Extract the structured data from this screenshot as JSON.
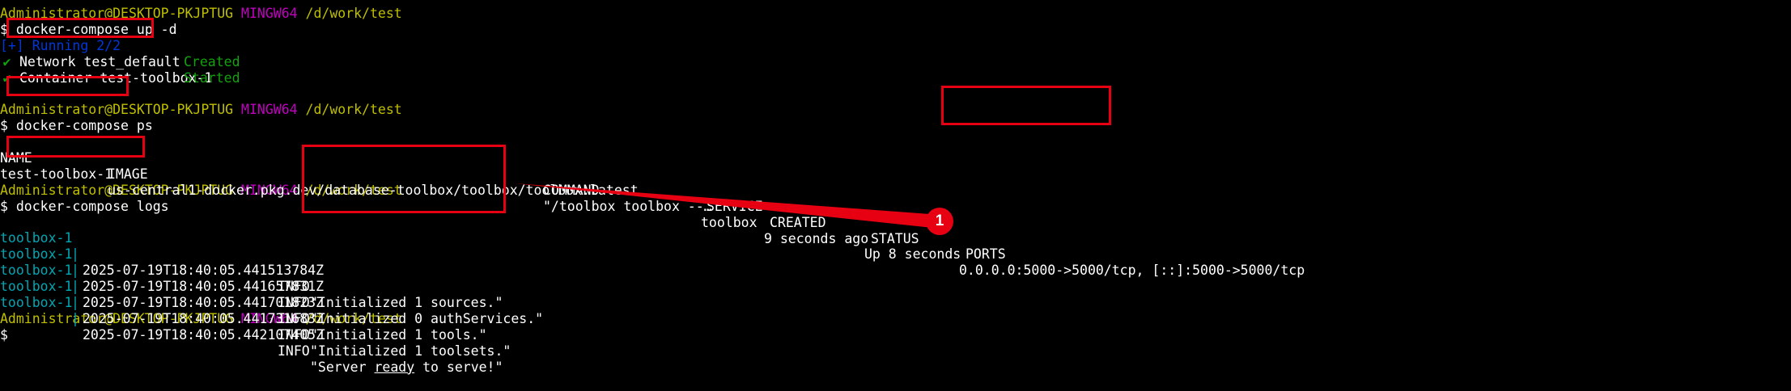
{
  "prompt": {
    "user": "Administrator@DESKTOP-PKJPTUG",
    "shell": "MINGW64",
    "path": "/d/work/test",
    "symbol": "$"
  },
  "block1": {
    "command": "docker-compose up -d",
    "running": "[+] Running 2/2",
    "items": [
      {
        "label": "Network test_default",
        "status": "Created"
      },
      {
        "label": "Container test-toolbox-1",
        "status": "Started"
      }
    ]
  },
  "block2": {
    "command": "docker-compose ps",
    "headers": {
      "name": "NAME",
      "image": "IMAGE",
      "command": "COMMAND",
      "service": "SERVICE",
      "created": "CREATED",
      "status": "STATUS",
      "ports": "PORTS"
    },
    "row": {
      "name": "test-toolbox-1",
      "image": "us-central1-docker.pkg.dev/database-toolbox/toolbox/toolbox:latest",
      "command": "\"/toolbox toolbox --…\"",
      "service": "toolbox",
      "created": "9 seconds ago",
      "status": "Up 8 seconds",
      "ports": "0.0.0.0:5000->5000/tcp, [::]:5000->5000/tcp"
    }
  },
  "block3": {
    "command": "docker-compose logs",
    "logs": [
      {
        "service": "toolbox-1",
        "timestamp": "2025-07-19T18:40:05.441513784Z",
        "level": "INFO",
        "message": "\"Initialized 1 sources.\""
      },
      {
        "service": "toolbox-1",
        "timestamp": "2025-07-19T18:40:05.441657831Z",
        "level": "INFO",
        "message": "\"Initialized 0 authServices.\""
      },
      {
        "service": "toolbox-1",
        "timestamp": "2025-07-19T18:40:05.441701823Z",
        "level": "INFO",
        "message": "\"Initialized 1 tools.\""
      },
      {
        "service": "toolbox-1",
        "timestamp": "2025-07-19T18:40:05.441731683Z",
        "level": "INFO",
        "message": "\"Initialized 1 toolsets.\""
      }
    ],
    "last_log": {
      "service": "toolbox-1",
      "timestamp": "2025-07-19T18:40:05.442107405Z",
      "level": "INFO",
      "msg_prefix": "\"Server ",
      "msg_underlined": "ready",
      "msg_suffix": " to serve!\""
    }
  },
  "annotation": {
    "badge_number": "1",
    "color": "#e60012"
  },
  "colors": {
    "background": "#000000",
    "prompt_user": "#bfbf00",
    "prompt_shell": "#bf00bf",
    "running": "#0037da",
    "success": "#13a10e",
    "service": "#00a6b2"
  }
}
